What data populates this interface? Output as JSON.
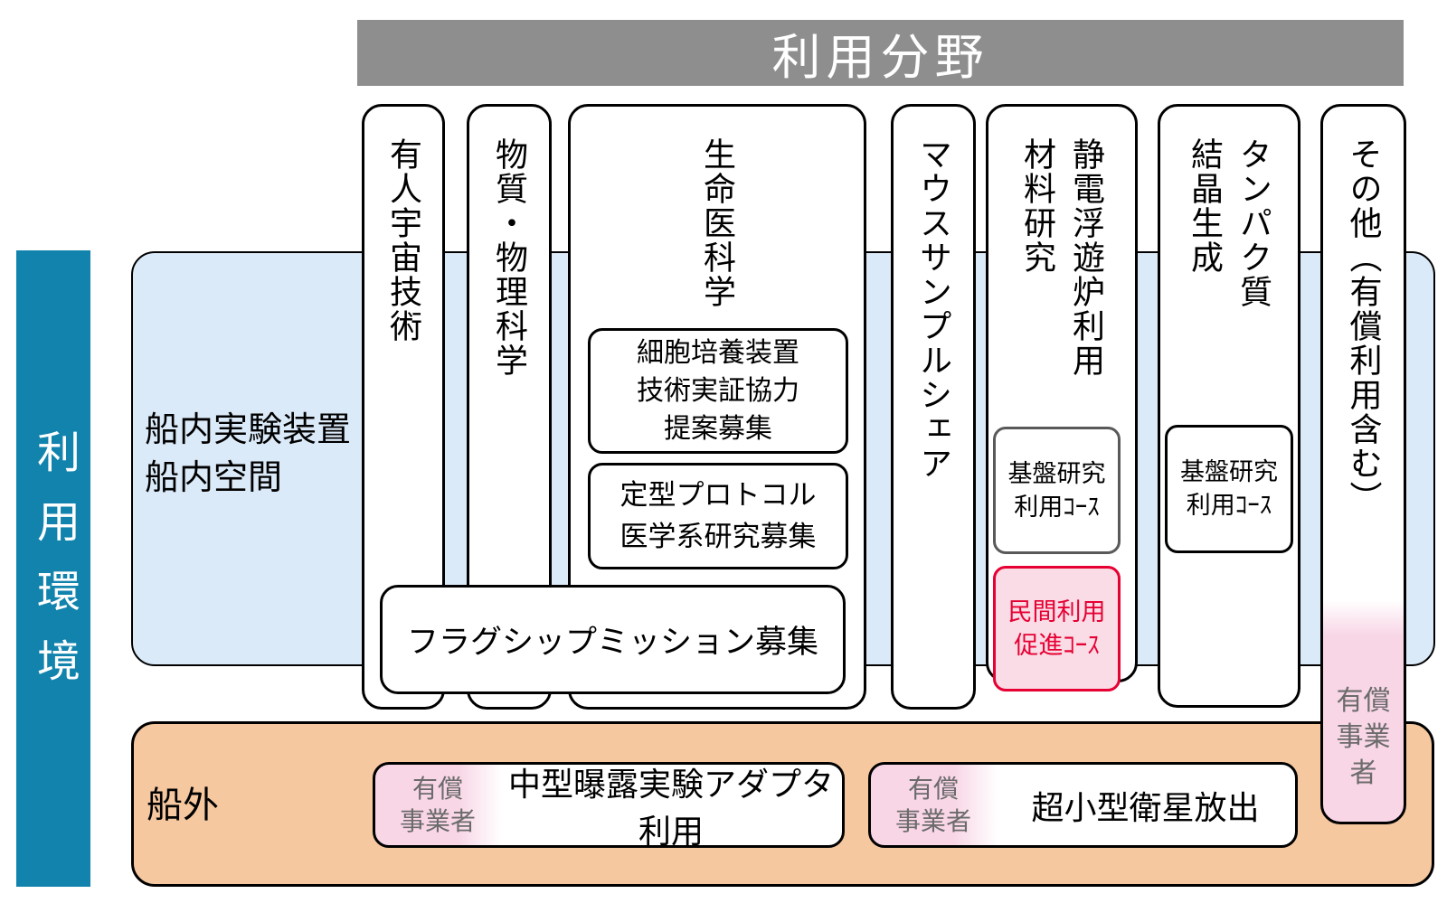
{
  "banner": {
    "title": "利用分野"
  },
  "side_banner": {
    "title": "利用環境"
  },
  "environments": {
    "indoor_label": "船内実験装置\n船内空間",
    "outdoor_label": "船外"
  },
  "fields": [
    {
      "label": "有人宇宙技術"
    },
    {
      "label": "物質・物理科学"
    },
    {
      "label": "生命医科学",
      "boxes": {
        "cell": "細胞培養装置\n技術実証協力\n提案募集",
        "protocol": "定型プロトコル\n医学系研究募集"
      }
    },
    {
      "label": "マウスサンプルシェア"
    },
    {
      "label": "静電浮遊炉利用\n材料研究",
      "boxes": {
        "base_course": "基盤研究\n利用ｺｰｽ",
        "promo_course": "民間利用\n促進ｺｰｽ"
      }
    },
    {
      "label": "タンパク質\n結晶生成",
      "boxes": {
        "base_course": "基盤研究\n利用ｺｰｽ"
      }
    },
    {
      "label": "その他（有償利用含む）",
      "paid_operator": "有償\n事業者"
    }
  ],
  "flagship_box": "フラグシップミッション募集",
  "outdoor_items": [
    {
      "paid_operator": "有償\n事業者",
      "label": "中型曝露実験アダプタ利用"
    },
    {
      "paid_operator": "有償\n事業者",
      "label": "超小型衛星放出"
    }
  ],
  "colors": {
    "banner_gray": "#8e8e8e",
    "side_teal": "#1283ad",
    "indoor_blue": "#dbeaf8",
    "outdoor_orange": "#f5c8a0",
    "paid_pink": "#f8d6e6",
    "promo_pink": "#fadce6",
    "promo_red": "#e60033",
    "paid_text_gray": "#6b6b6b",
    "base_course_border_gray": "#595959"
  }
}
